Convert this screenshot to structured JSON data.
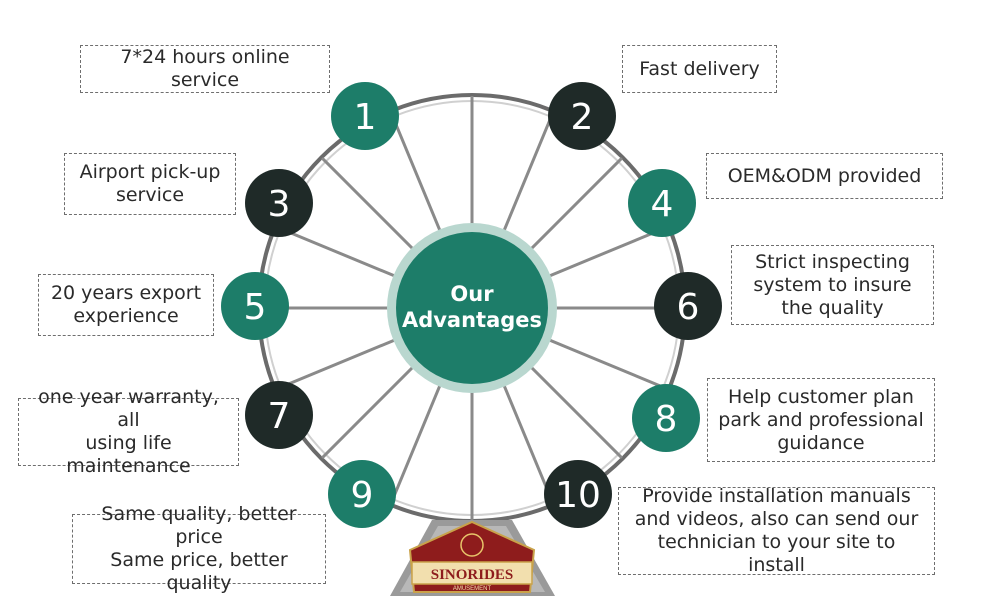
{
  "center": {
    "line1": "Our",
    "line2": "Advantages"
  },
  "colors": {
    "green": "#1d7d69",
    "dark": "#1f2a28",
    "rim": "#6b6b6b",
    "spoke": "#8a8a8a"
  },
  "advantages": [
    {
      "num": "1",
      "color": "green",
      "text": "7*24 hours online service"
    },
    {
      "num": "2",
      "color": "dark",
      "text": "Fast delivery"
    },
    {
      "num": "3",
      "color": "dark",
      "text": "Airport pick-up\nservice"
    },
    {
      "num": "4",
      "color": "green",
      "text": "OEM&ODM provided"
    },
    {
      "num": "5",
      "color": "green",
      "text": "20 years export\nexperience"
    },
    {
      "num": "6",
      "color": "dark",
      "text": "Strict inspecting\nsystem to insure\nthe quality"
    },
    {
      "num": "7",
      "color": "dark",
      "text": "one year warranty, all\nusing life maintenance"
    },
    {
      "num": "8",
      "color": "green",
      "text": "Help customer plan\npark and professional\nguidance"
    },
    {
      "num": "9",
      "color": "green",
      "text": "Same quality, better price\nSame price, better quality"
    },
    {
      "num": "10",
      "color": "dark",
      "text": "Provide installation manuals\nand videos, also can send our\ntechnician to your site to install"
    }
  ],
  "logo": {
    "name": "SINORIDES",
    "tagline": "AMUSEMENT"
  }
}
